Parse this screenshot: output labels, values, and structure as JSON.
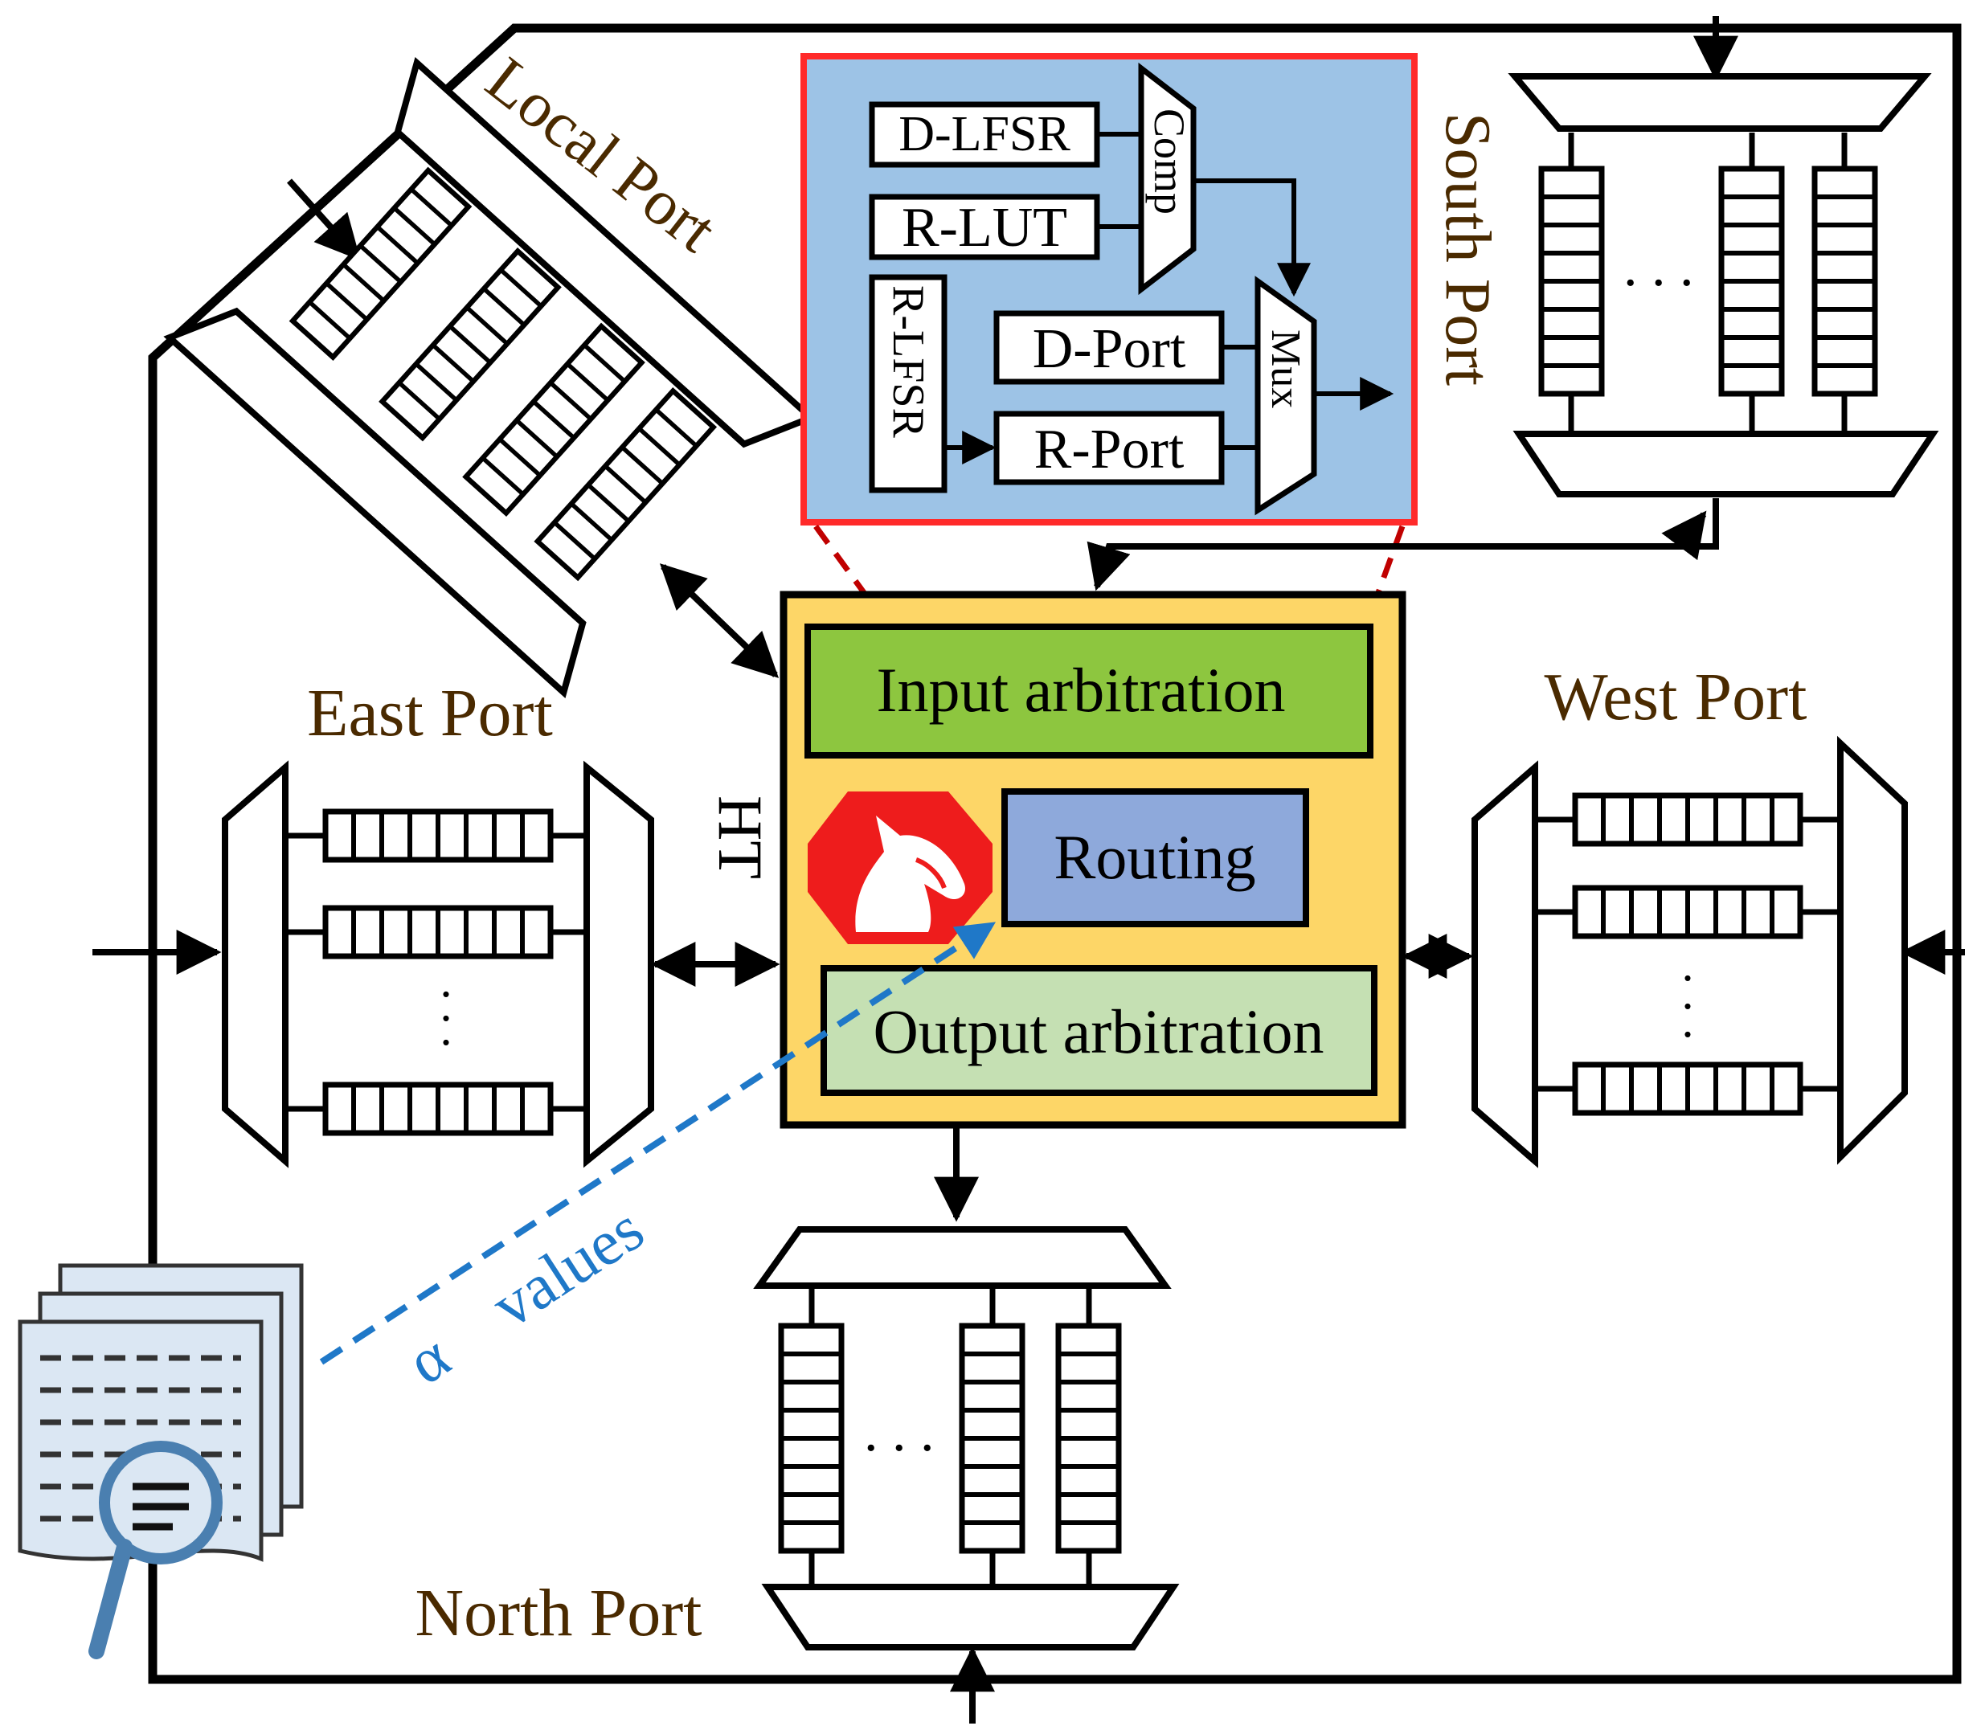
{
  "ports": {
    "local": "Local Port",
    "south": "South Port",
    "east": "East Port",
    "west": "West Port",
    "north": "North Port"
  },
  "router": {
    "input_arbitration": "Input arbitration",
    "routing": "Routing",
    "output_arbitration": "Output arbitration",
    "ht_label": "HT"
  },
  "trojan": {
    "d_lfsr": "D-LFSR",
    "r_lut": "R-LUT",
    "r_lfsr": "R-LFSR",
    "comp": "Comp",
    "d_port": "D-Port",
    "r_port": "R-Port",
    "mux": "Mux"
  },
  "alpha": {
    "symbol": "α",
    "label": "values"
  },
  "colors": {
    "line": "#000000",
    "router_fill": "#fdd667",
    "input_arb_fill": "#8dc63f",
    "routing_fill": "#8ea9db",
    "output_arb_fill": "#c5e0b3",
    "detail_bg": "#9dc3e6",
    "detail_border": "#ff2a2a",
    "dashed_red": "#c00000",
    "dashed_blue": "#1f78c8",
    "doc_fill": "#dbe7f3",
    "trojan_red": "#ee1c1c",
    "label_orange": "#4a2a00"
  },
  "icons": [
    "horse-trojan-icon",
    "document-search-icon"
  ]
}
